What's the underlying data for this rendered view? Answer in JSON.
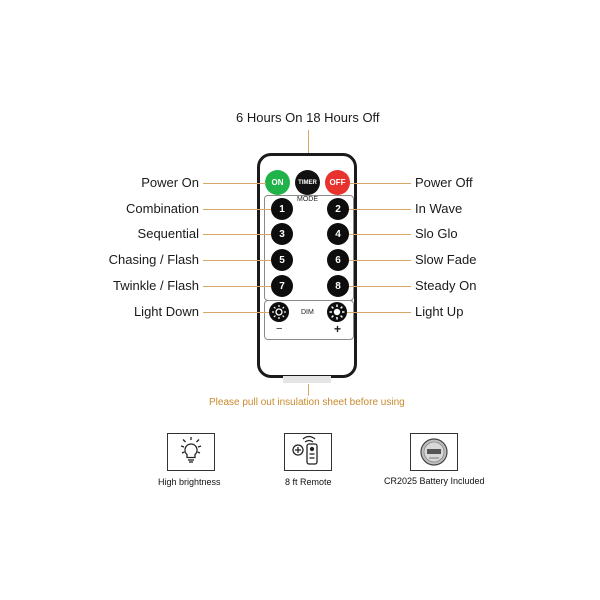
{
  "timer_caption": "6 Hours On 18 Hours Off",
  "buttons": {
    "on": "ON",
    "timer": "TIMER",
    "off": "OFF",
    "mode": "MODE",
    "dim": "DIM",
    "minus": "−",
    "plus": "+",
    "numbers": [
      "1",
      "2",
      "3",
      "4",
      "5",
      "6",
      "7",
      "8"
    ]
  },
  "left_labels": [
    "Power On",
    "Combination",
    "Sequential",
    "Chasing / Flash",
    "Twinkle / Flash",
    "Light Down"
  ],
  "right_labels": [
    "Power Off",
    "In Wave",
    "Slo Glo",
    "Slow Fade",
    "Steady On",
    "Light Up"
  ],
  "notice": "Please pull out insulation sheet before using",
  "features": [
    {
      "icon": "lightbulb-icon",
      "label": "High brightness"
    },
    {
      "icon": "remote-icon",
      "label": "8 ft Remote"
    },
    {
      "icon": "battery-icon",
      "label": "CR2025 Battery Included"
    }
  ],
  "colors": {
    "on_button": "#1fb34a",
    "timer_button": "#111111",
    "off_button": "#e8322e",
    "leader_line": "#d9a866",
    "notice_text": "#c98a2e"
  }
}
